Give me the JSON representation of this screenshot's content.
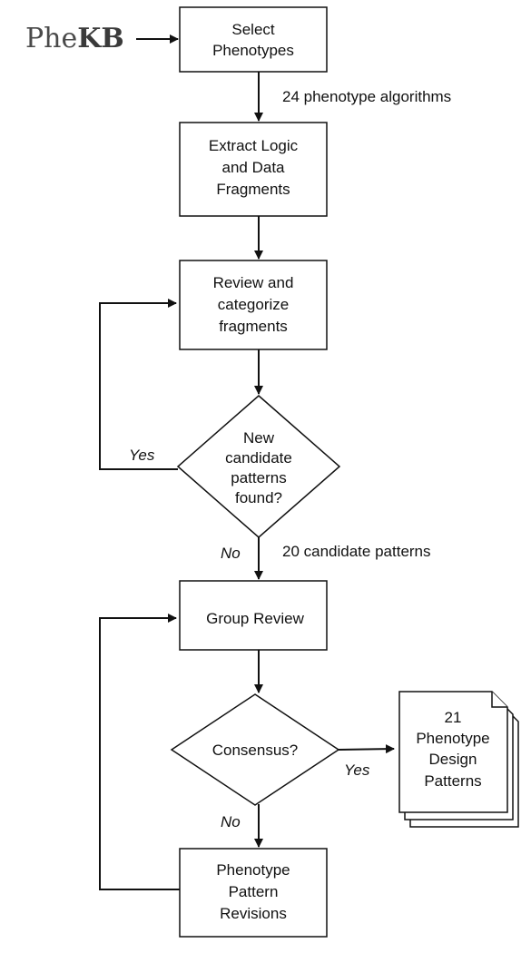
{
  "logo": {
    "text_light": "Phe",
    "text_bold": "KB"
  },
  "nodes": {
    "select_phenotypes": [
      "Select",
      "Phenotypes"
    ],
    "extract_logic": [
      "Extract Logic",
      "and Data",
      "Fragments"
    ],
    "review_categorize": [
      "Review and",
      "categorize",
      "fragments"
    ],
    "new_candidate": [
      "New",
      "candidate",
      "patterns",
      "found?"
    ],
    "group_review": [
      "Group Review"
    ],
    "consensus": [
      "Consensus?"
    ],
    "pattern_revisions": [
      "Phenotype",
      "Pattern",
      "Revisions"
    ],
    "design_patterns": [
      "21",
      "Phenotype",
      "Design",
      "Patterns"
    ]
  },
  "edges": {
    "algorithms_count": "24 phenotype algorithms",
    "candidate_patterns_count": "20 candidate patterns",
    "yes_label_1": "Yes",
    "no_label_1": "No",
    "yes_label_2": "Yes",
    "no_label_2": "No"
  }
}
